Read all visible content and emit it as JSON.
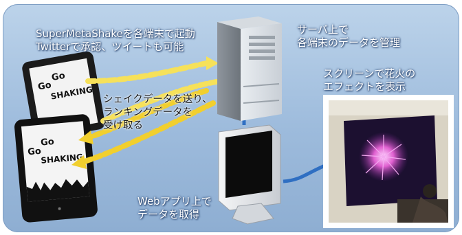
{
  "captions": {
    "app_launch": [
      "SuperMetaShakeを各端末で起動",
      "Twitterで承認、ツイートも可能"
    ],
    "server": [
      "サーバ上で",
      "各端末のデータを管理"
    ],
    "screen": [
      "スクリーンで花火の",
      "エフェクトを表示"
    ],
    "shake_data": [
      "シェイクデータを送り、",
      "ランキングデータを",
      "受け取る"
    ],
    "web_app": [
      "Webアプリ上で",
      "データを取得"
    ]
  },
  "tablet_screen_text": [
    "Go",
    "Go",
    "SHAKING"
  ],
  "colors": {
    "background": "#a9c4e2",
    "caption_text": "#ffffff",
    "arrow": "#f4d93a",
    "cable": "#2f6fc2"
  }
}
